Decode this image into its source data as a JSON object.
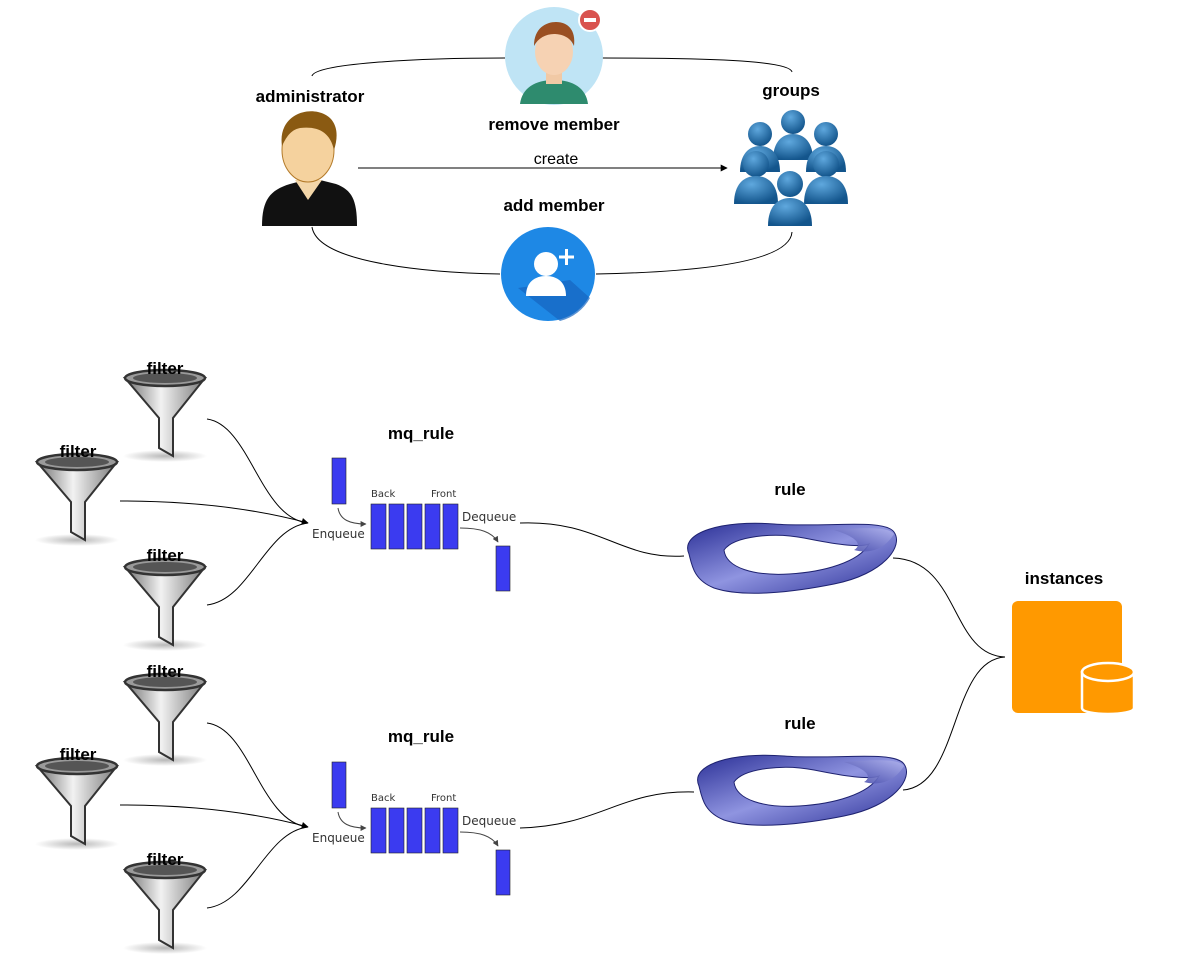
{
  "nodes": {
    "administrator": "administrator",
    "groups": "groups",
    "remove_member": "remove member",
    "add_member": "add member",
    "instances": "instances"
  },
  "edges": {
    "create": "create"
  },
  "filter_label": "filter",
  "pipelines": [
    {
      "queue": {
        "title": "mq_rule",
        "back": "Back",
        "front": "Front",
        "enqueue": "Enqueue",
        "dequeue": "Dequeue"
      },
      "rule": "rule"
    },
    {
      "queue": {
        "title": "mq_rule",
        "back": "Back",
        "front": "Front",
        "enqueue": "Enqueue",
        "dequeue": "Dequeue"
      },
      "rule": "rule"
    }
  ],
  "colors": {
    "queue_block": "#3b3bf0",
    "instances": "#ff9900",
    "remove_badge": "#d9534f",
    "add_member_circle": "#1e88e5",
    "groups_people": "#1f78b4",
    "ring": "#3d45a8"
  },
  "icons": [
    "administrator-person-icon",
    "groups-people-icon",
    "remove-member-avatar-icon",
    "add-member-icon",
    "funnel-filter-icon",
    "mobius-ring-icon",
    "database-instance-icon"
  ]
}
